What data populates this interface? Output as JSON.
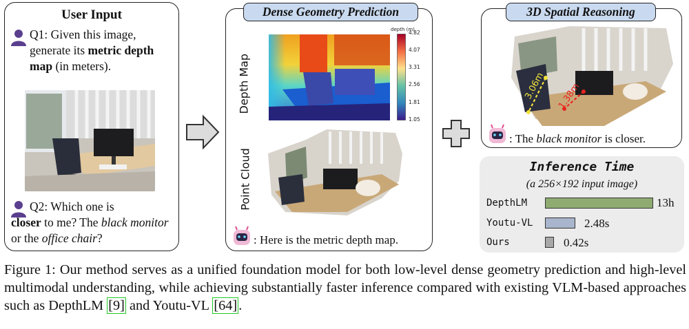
{
  "user_input": {
    "title": "User Input",
    "q1": {
      "prefix": "Q1: Given this image, generate its ",
      "bold": "metric depth map",
      "suffix": " (in meters)."
    },
    "q2": {
      "prefix": "Q2: Which one is ",
      "bold": "closer",
      "mid": " to me? The ",
      "italic1": "black monitor",
      "or": " or the ",
      "italic2": "office chair",
      "suffix": "?"
    }
  },
  "geometry": {
    "title": "Dense Geometry Prediction",
    "depth_label": "Depth Map",
    "pointcloud_label": "Point Cloud",
    "colorbar_title": "depth (m)",
    "colorbar_ticks": [
      "4.82",
      "4.07",
      "3.31",
      "2.56",
      "1.81",
      "1.05"
    ],
    "answer": ": Here is the metric depth map."
  },
  "reasoning": {
    "title": "3D Spatial Reasoning",
    "dist_yellow": "3.06m",
    "dist_red": "1.38m",
    "answer_prefix": ": The ",
    "answer_italic": "black monitor",
    "answer_suffix": " is closer."
  },
  "inference": {
    "title": "Inference Time",
    "subtitle": "(a 256×192 input image)",
    "methods": [
      {
        "name": "DepthLM",
        "value": "13h",
        "hours": 13,
        "color": "#8fab72"
      },
      {
        "name": "Youtu-VL",
        "value": "2.48s",
        "seconds": 2.48,
        "color": "#a9b5cc"
      },
      {
        "name": "Ours",
        "value": "0.42s",
        "seconds": 0.42,
        "color": "#a8a8a8"
      }
    ]
  },
  "caption": {
    "part1": "Figure 1: Our method serves as a unified foundation model for both low-level dense geometry prediction and high-level multimodal understanding, while achieving substantially faster inference compared with existing VLM-based approaches such as DepthLM ",
    "cite1": "[9]",
    "part2": " and Youtu-VL ",
    "cite2": "[64]",
    "part3": "."
  }
}
